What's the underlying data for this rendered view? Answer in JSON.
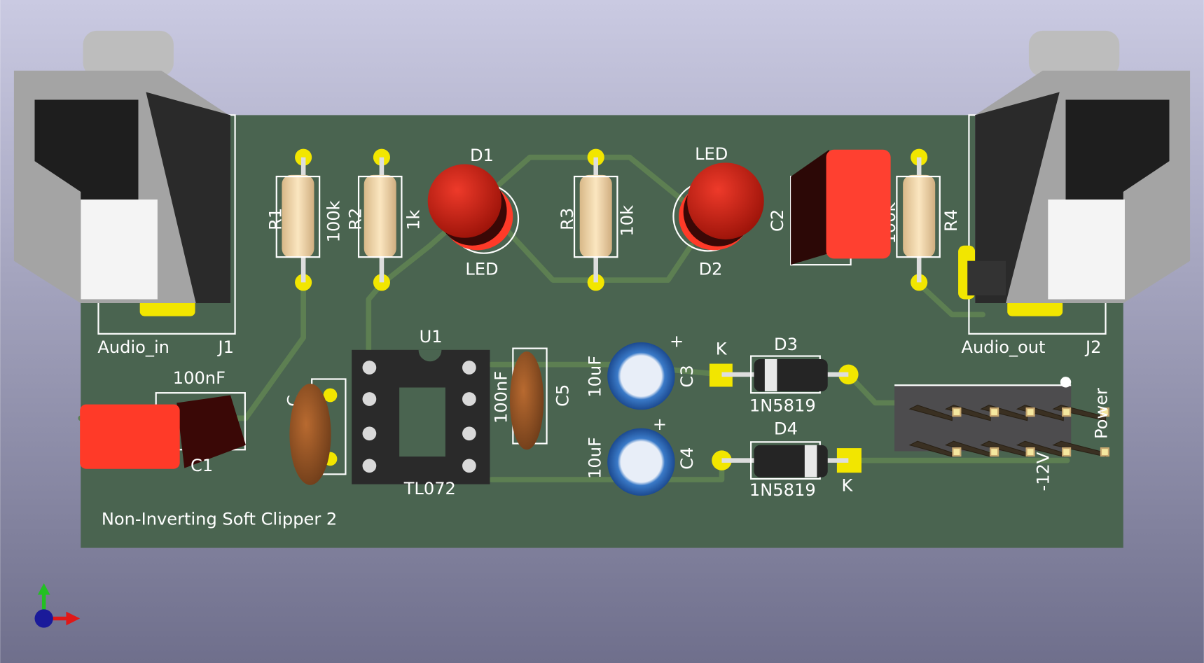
{
  "board": {
    "title": "Non-Inverting Soft Clipper 2",
    "colors": {
      "board": "#4a6450",
      "trace": "#5d7f52",
      "pad": "#f2e600",
      "silk": "#ffffff"
    }
  },
  "components": {
    "r1": {
      "ref": "R1",
      "value": "100k"
    },
    "r2": {
      "ref": "R2",
      "value": "1k"
    },
    "r3": {
      "ref": "R3",
      "value": "10k"
    },
    "r4": {
      "ref": "R4",
      "value": "100k"
    },
    "d1": {
      "ref": "D1",
      "value": "LED"
    },
    "d2": {
      "ref": "D2",
      "value": "LED"
    },
    "c1": {
      "ref": "C1",
      "value": "100nF"
    },
    "c2": {
      "ref": "C2"
    },
    "c5": {
      "ref": "C5",
      "value": "100nF"
    },
    "c6": {
      "ref": "C"
    },
    "c3": {
      "ref": "C3",
      "value": "10uF",
      "pol": "+"
    },
    "c4": {
      "ref": "C4",
      "value": "10uF",
      "pol": "+"
    },
    "u1": {
      "ref": "U1",
      "value": "TL072"
    },
    "d3": {
      "ref": "D3",
      "value": "1N5819",
      "k": "K"
    },
    "d4": {
      "ref": "D4",
      "value": "1N5819",
      "k": "K"
    },
    "j1": {
      "ref": "J1",
      "value": "Audio_in"
    },
    "j2": {
      "ref": "J2",
      "value": "Audio_out"
    },
    "power": {
      "ref": "Power",
      "pin": "-12V"
    }
  }
}
